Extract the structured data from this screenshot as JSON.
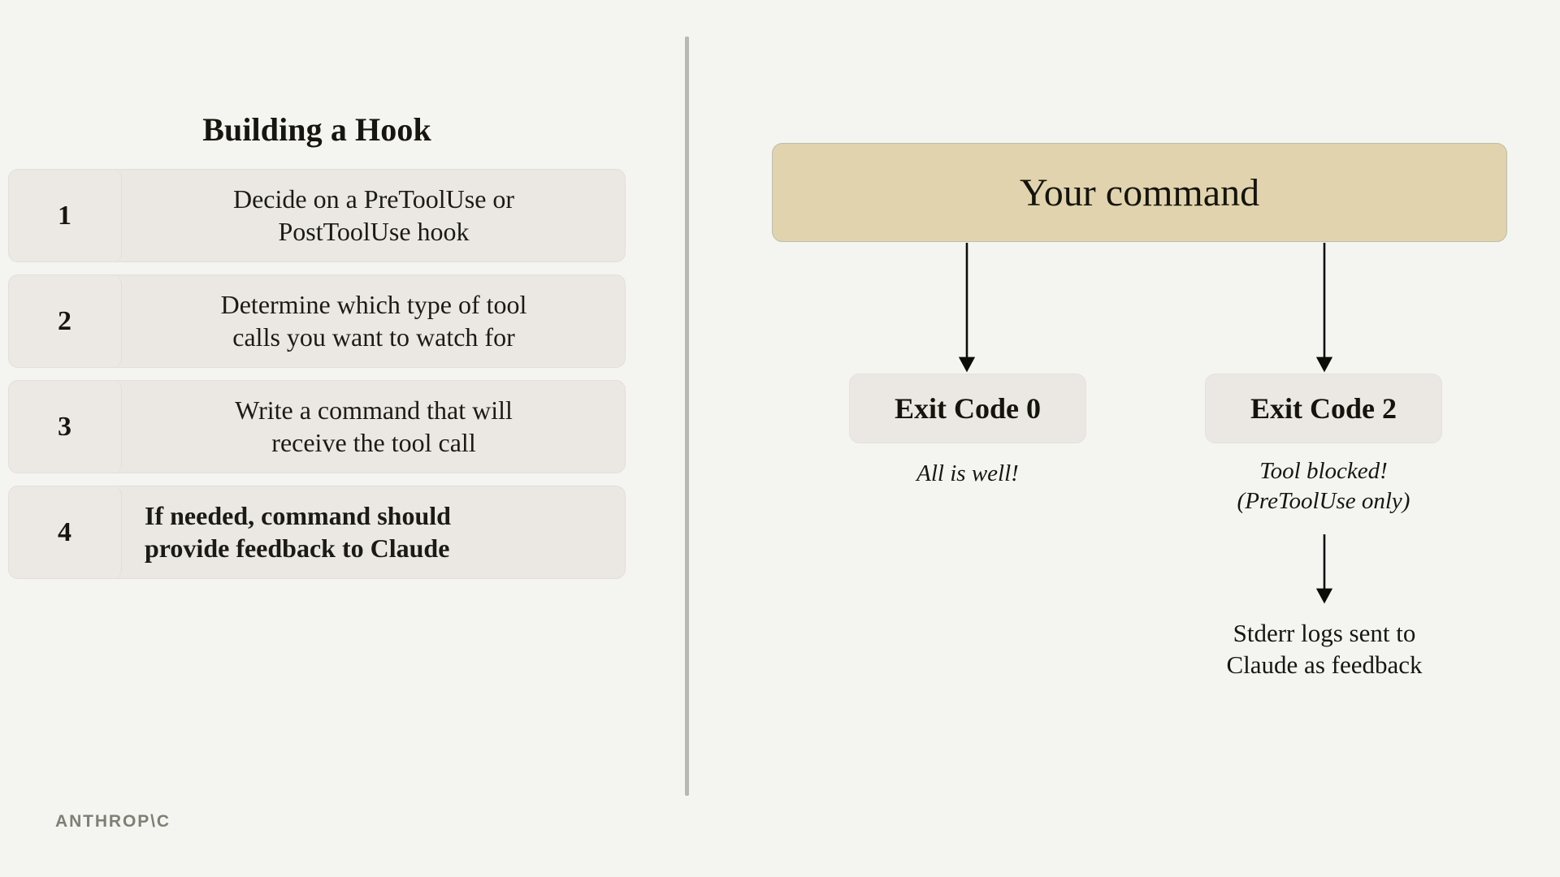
{
  "slide": {
    "background_color": "#f4f5f0",
    "logo_text": "ANTHROP\\C",
    "logo_color": "#7d8074"
  },
  "left_panel": {
    "title": "Building a Hook",
    "steps": [
      {
        "number": "1",
        "text": "Decide on a PreToolUse or\nPostToolUse hook",
        "bold": false
      },
      {
        "number": "2",
        "text": "Determine which type of tool\ncalls you want to watch for",
        "bold": false
      },
      {
        "number": "3",
        "text": "Write a command that will\nreceive the tool call",
        "bold": false
      },
      {
        "number": "4",
        "text": "If needed, command should\nprovide feedback to Claude",
        "bold": true
      }
    ]
  },
  "flow_diagram": {
    "command_box": {
      "label": "Your command",
      "fill_color": "#e1d3ad",
      "border_color": "#bdbcae"
    },
    "branches": [
      {
        "box_label": "Exit Code 0",
        "caption": "All is well!",
        "box_fill": "#ebe7e2"
      },
      {
        "box_label": "Exit Code 2",
        "caption": "Tool blocked!\n(PreToolUse only)",
        "box_fill": "#ebe7e2"
      }
    ],
    "final_note": "Stderr logs sent to\nClaude as feedback",
    "arrow_color": "#0d0d08"
  },
  "divider": {
    "color": "#b6b9af"
  }
}
